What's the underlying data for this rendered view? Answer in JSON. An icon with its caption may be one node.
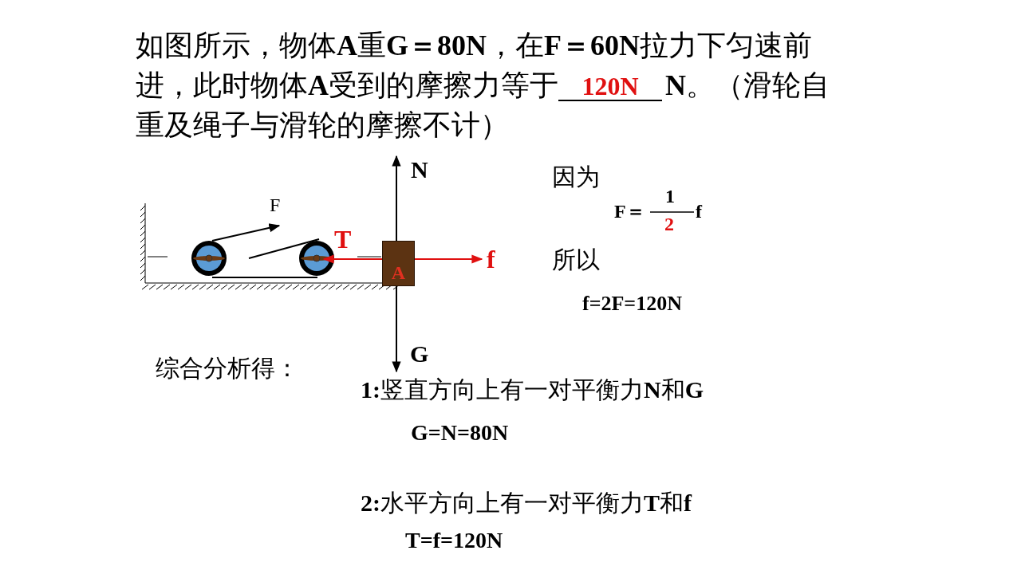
{
  "diagram": {
    "nodes": [
      {
        "text": [
          "A"
        ]
      }
    ],
    "labels": [
      "如图所示，物体**A**重**G＝80N**，在**F＝60N**拉力下匀速前进，此时物体**A**受到的摩擦力等于",
      "120N",
      "**N**。（滑轮自重及绳子与滑轮的摩擦不计）",
      "N",
      "因为",
      "F",
      "1",
      "F＝",
      "f",
      "2",
      "T",
      "f",
      "所以",
      "f=2F=120N",
      "G",
      "综合分析得：",
      "**1:**竖直方向上有一对平衡力**N**和**G**",
      "G=N=80N",
      "**2:**水平方向上有一对平衡力**T**和**f**",
      "T=f=120N"
    ]
  }
}
